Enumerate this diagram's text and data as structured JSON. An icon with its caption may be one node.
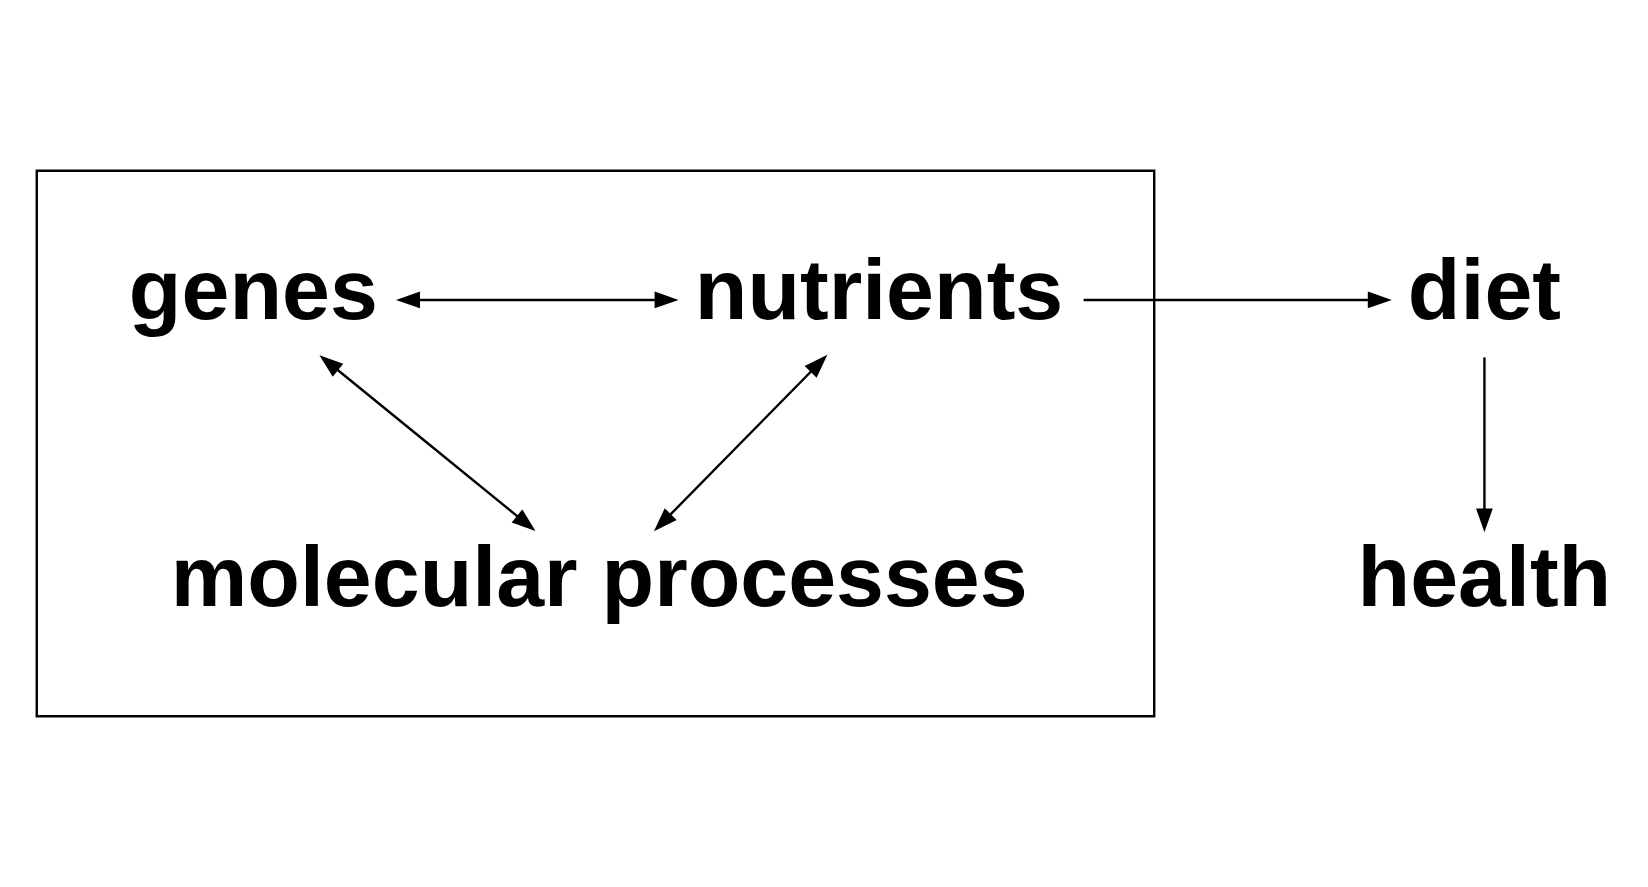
{
  "diagram": {
    "nodes": [
      {
        "text": [],
        "shape": "box"
      },
      {
        "text": [
          "genes"
        ],
        "in": 0
      },
      {
        "text": [
          "nutrients"
        ],
        "in": 0
      },
      {
        "text": [
          "molecular processes"
        ],
        "in": 0
      },
      {
        "text": [
          "diet"
        ]
      },
      {
        "text": [
          "health"
        ]
      }
    ],
    "edges": [
      {
        "from": 1,
        "to": 2,
        "arrow": "both"
      },
      {
        "from": 1,
        "to": 3,
        "arrow": "both"
      },
      {
        "from": 2,
        "to": 3,
        "arrow": "both"
      },
      {
        "from": 2,
        "to": 4,
        "arrow": "to"
      },
      {
        "from": 4,
        "to": 5,
        "arrow": "to"
      }
    ]
  }
}
